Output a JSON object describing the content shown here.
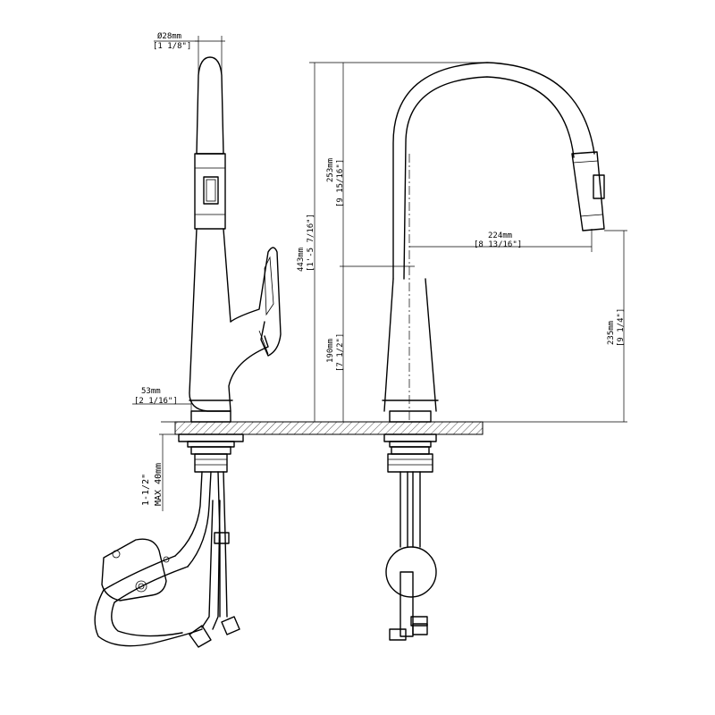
{
  "dimensions": {
    "outlet_diameter": {
      "metric": "Ø28mm",
      "imperial": "[1 1/8\"]"
    },
    "base_diameter": {
      "metric": "53mm",
      "imperial": "[2 1/16\"]"
    },
    "hole_size": {
      "line1": "1-1/2\"",
      "line2": "MAX 40mm"
    },
    "overall_height": {
      "metric": "443mm",
      "imperial": "[1'-5 7/16\"]"
    },
    "upper_height": {
      "metric": "253mm",
      "imperial": "[9 15/16\"]"
    },
    "lower_height": {
      "metric": "190mm",
      "imperial": "[7 1/2\"]"
    },
    "reach": {
      "metric": "224mm",
      "imperial": "[8 13/16\"]"
    },
    "spout_clearance": {
      "metric": "235mm",
      "imperial": "[9 1/4\"]"
    }
  }
}
